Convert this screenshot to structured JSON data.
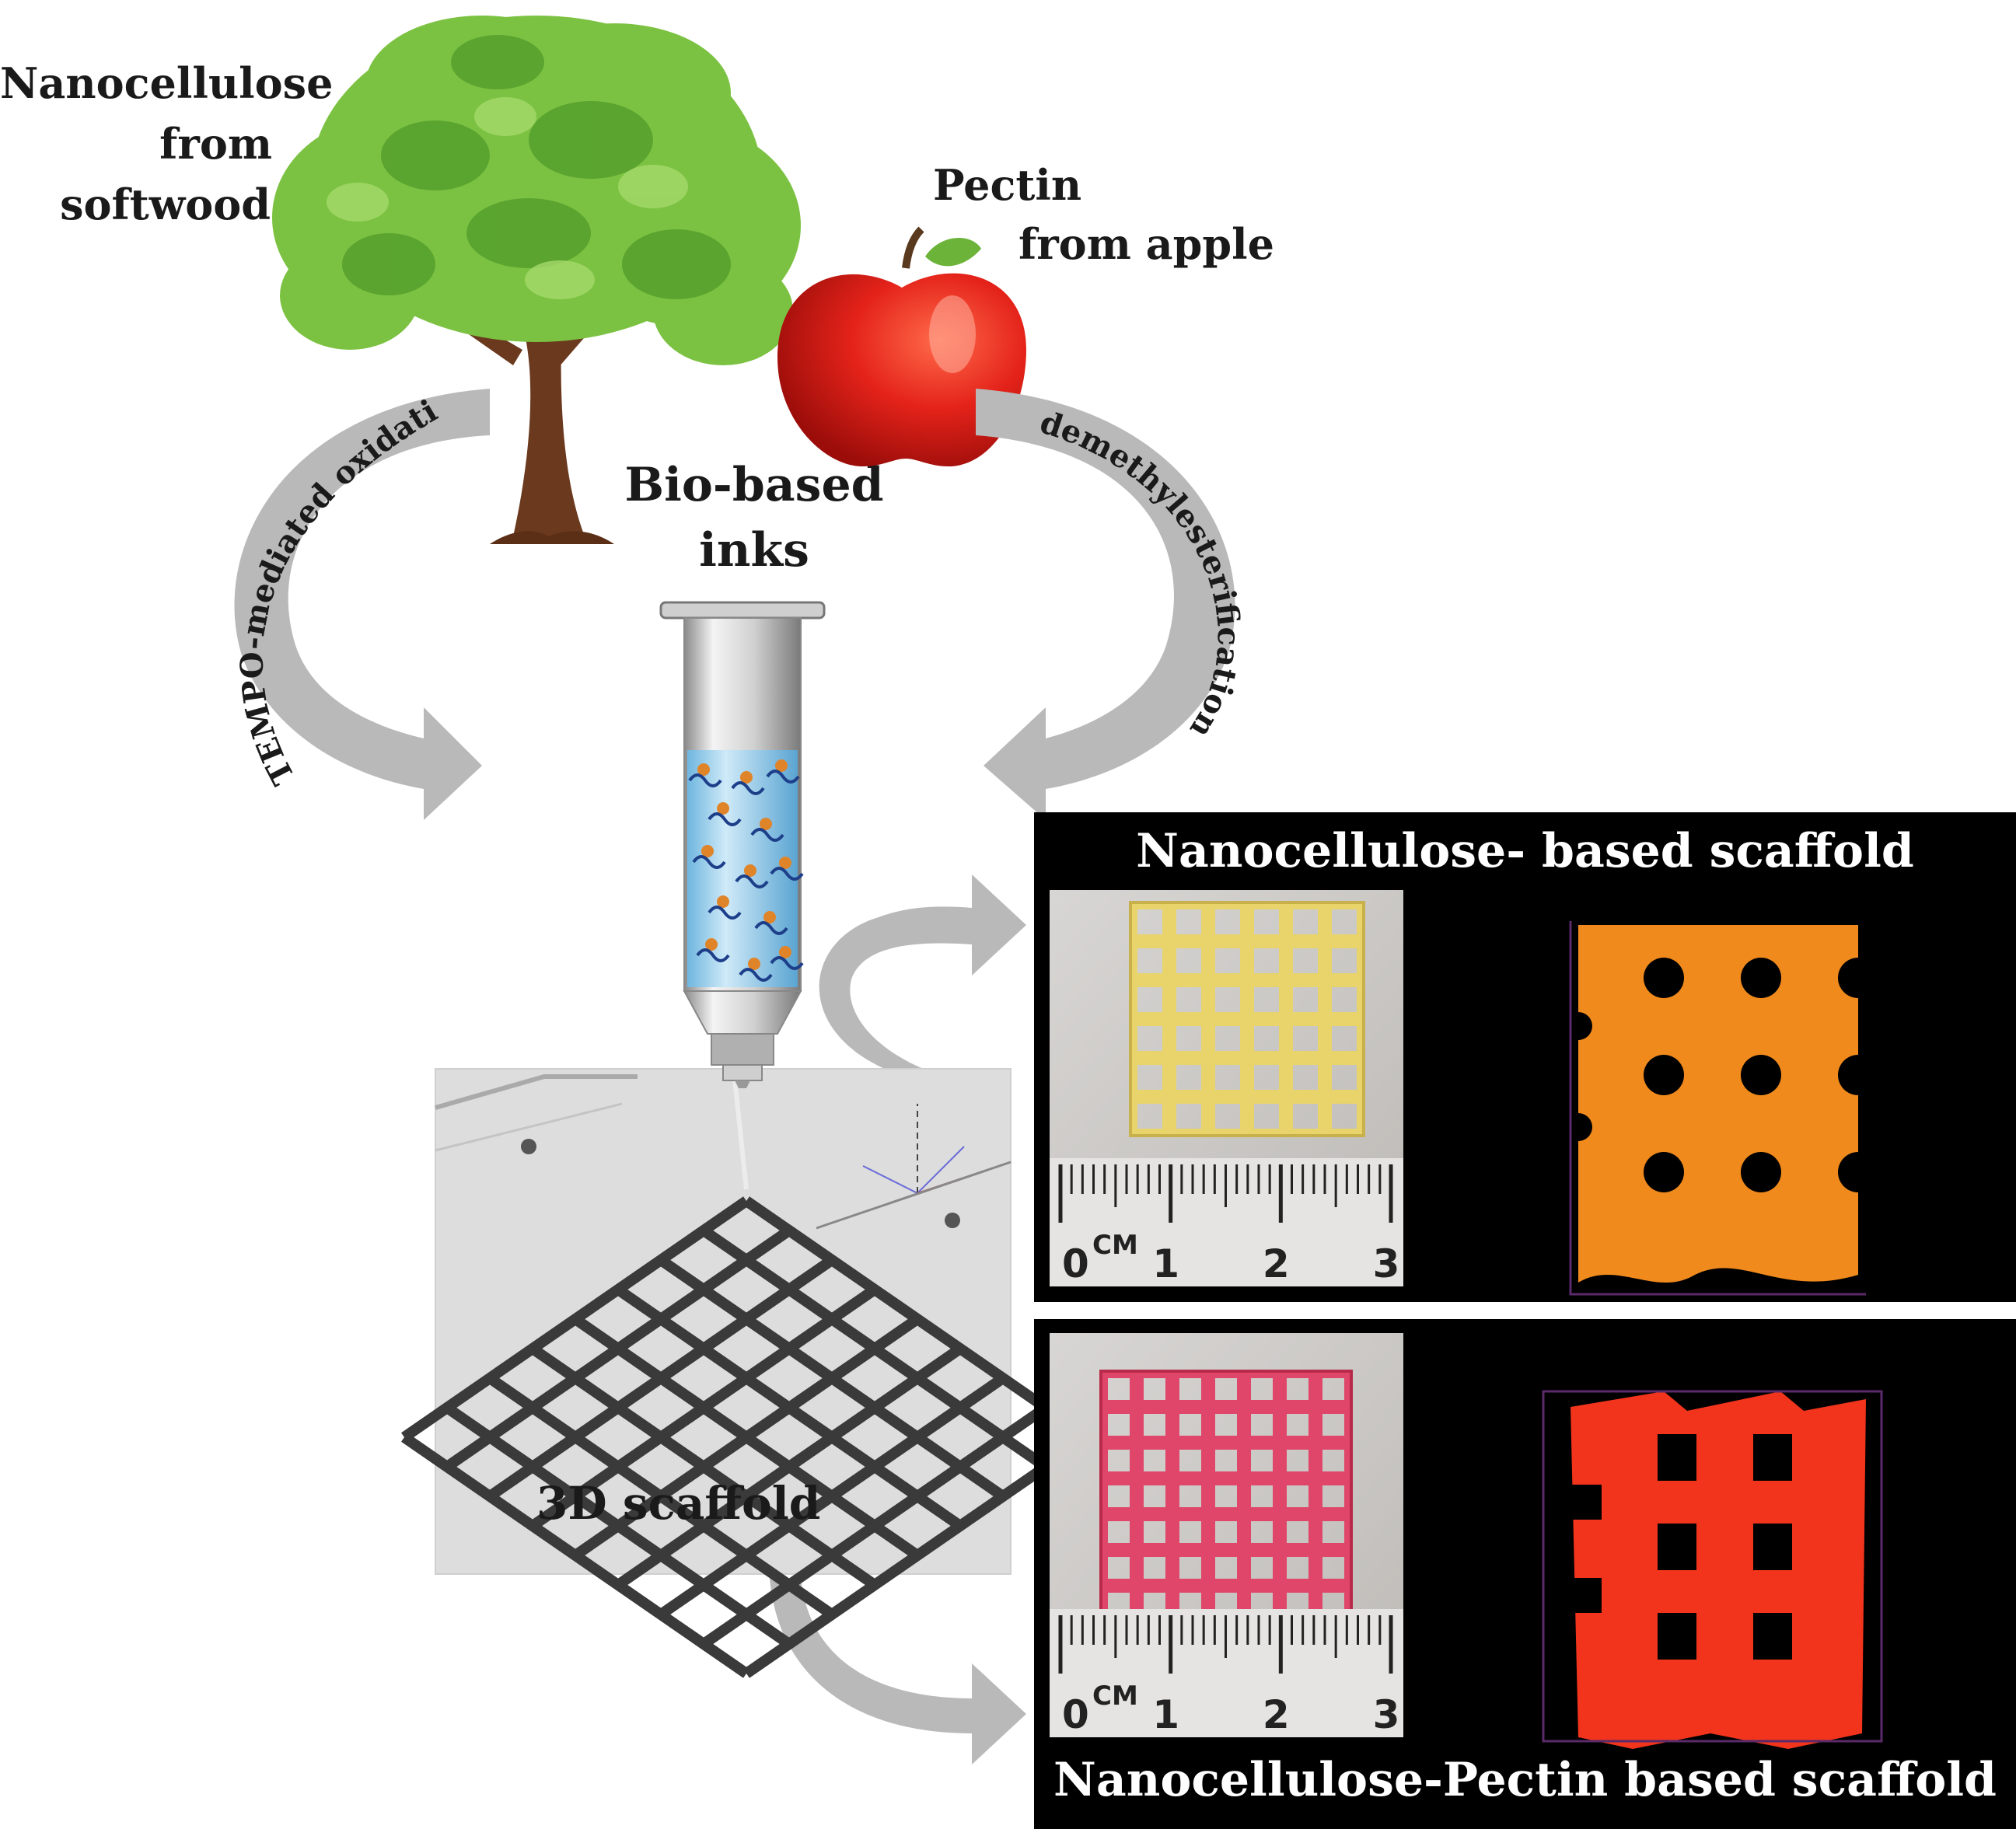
{
  "labels": {
    "nanocellulose_lines": [
      "Nanocellulose",
      "from",
      "softwood"
    ],
    "pectin_lines": [
      "Pectin",
      "from apple"
    ],
    "bioink_lines": [
      "Bio-based",
      "inks"
    ],
    "tempo": "TEMPO-mediated oxidation",
    "demethyl": "demethylesterification",
    "scaffold_3d": "3D scaffold"
  },
  "panels": {
    "top_title": "Nanocellulose- based scaffold",
    "bottom_title": "Nanocellulose-Pectin based scaffold"
  },
  "ruler": {
    "unit": "CM",
    "ticks": [
      "0",
      "1",
      "2",
      "3"
    ]
  },
  "colors": {
    "arrow": "#b9b9b9",
    "leaf": "#7cc242",
    "trunk": "#6b3a1e",
    "apple": "#e0241b",
    "panel_bg": "#000000",
    "nc_scaffold_photo": "#e9d36a",
    "ncp_scaffold_photo": "#e0466a",
    "nc_scaffold_fluor": "#f08a1c",
    "ncp_scaffold_fluor": "#f2341c",
    "printbed": "#dddddd"
  }
}
